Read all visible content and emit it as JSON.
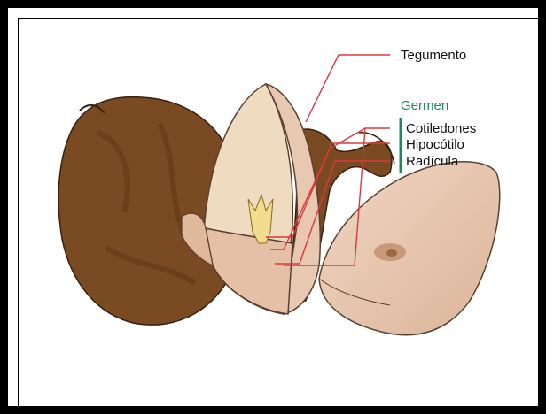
{
  "labels": {
    "tegumento": "Tegumento",
    "germen": "Germen",
    "cotiledones": "Cotiledones",
    "hipocotilo": "Hipocótilo",
    "radicula": "Radícula"
  },
  "colors": {
    "seed_coat": "#7a4a22",
    "seed_coat_dark": "#5a3214",
    "cotyledon": "#e8c8b0",
    "cotyledon_light": "#efd8c4",
    "pointer_line": "#d83a3a",
    "germen_bracket": "#1e8a5a"
  }
}
